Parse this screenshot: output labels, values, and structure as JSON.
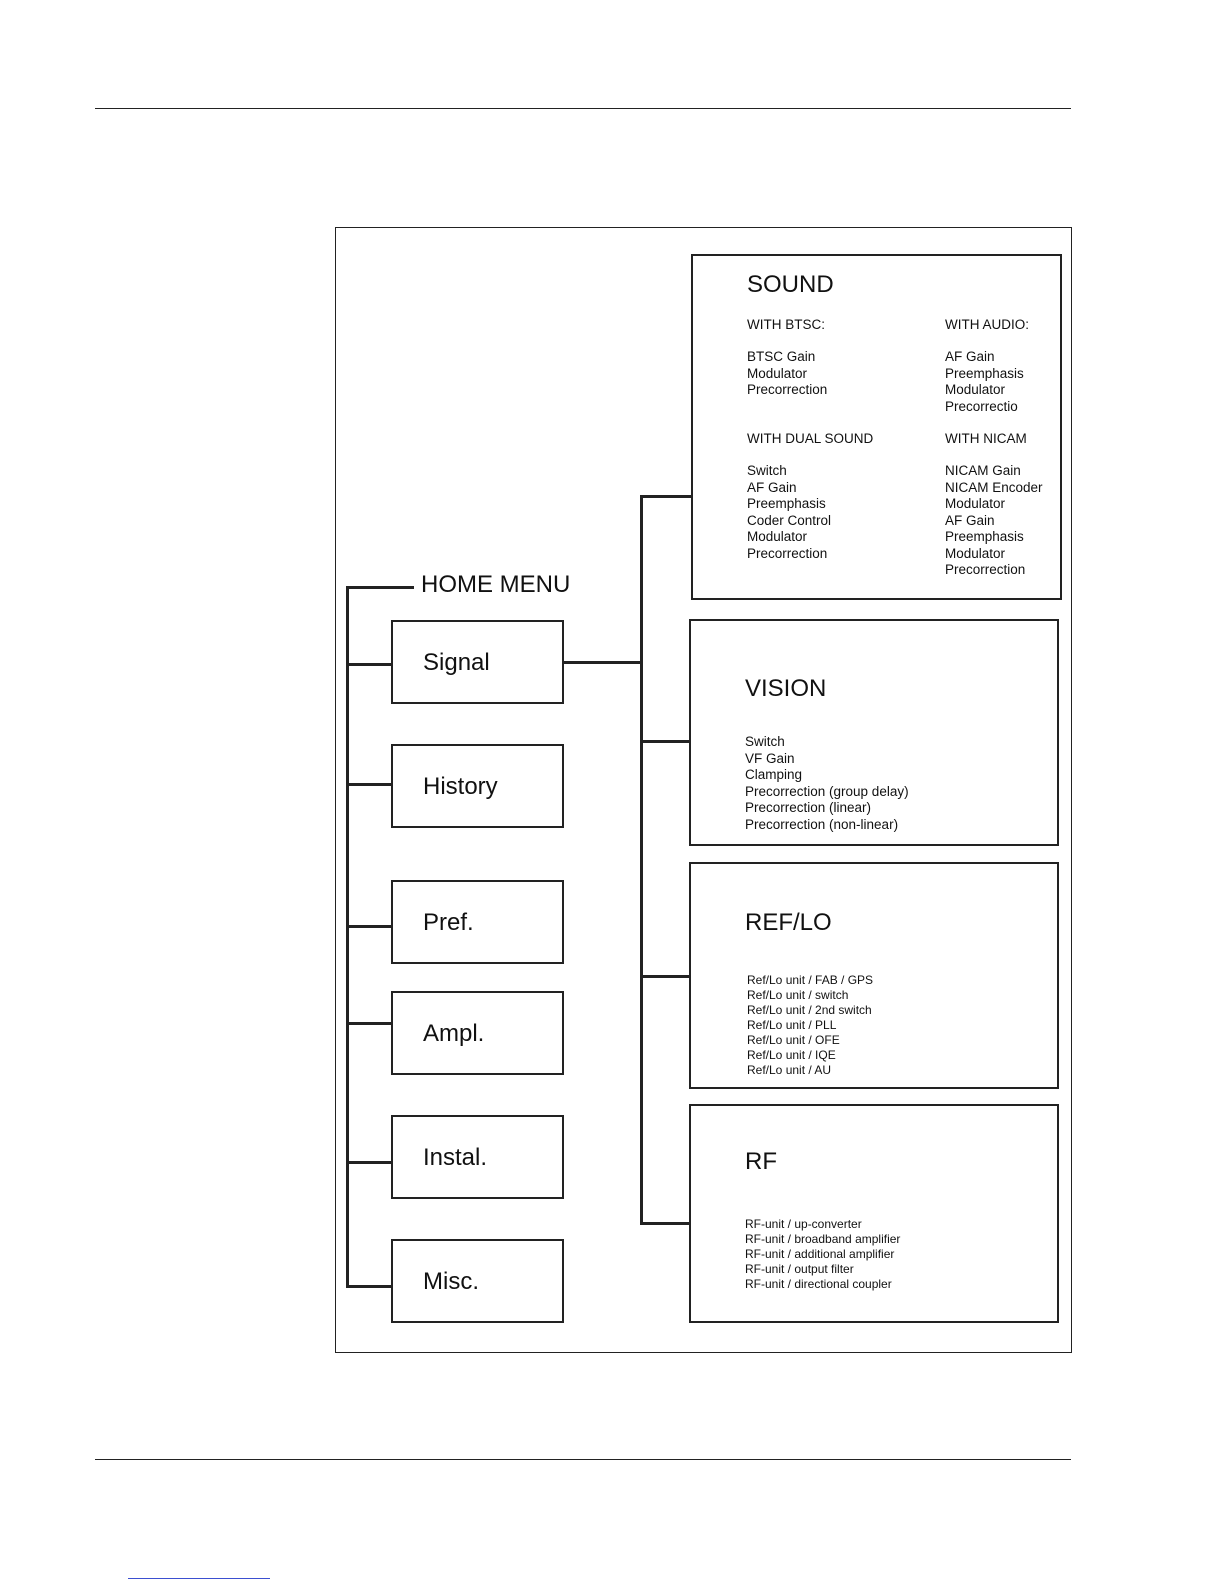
{
  "home": {
    "title": "HOME MENU",
    "items": [
      "Signal",
      "History",
      "Pref.",
      "Ampl.",
      "Instal.",
      "Misc."
    ]
  },
  "sound": {
    "title": "SOUND",
    "btsc": {
      "heading": "WITH BTSC:",
      "items": [
        "BTSC Gain",
        "Modulator",
        "Precorrection"
      ]
    },
    "audio": {
      "heading": "WITH AUDIO:",
      "items": [
        "AF Gain",
        "Preemphasis",
        "Modulator",
        "Precorrectio"
      ]
    },
    "dual": {
      "heading": "WITH DUAL SOUND",
      "items": [
        "Switch",
        "AF Gain",
        "Preemphasis",
        "Coder Control",
        "Modulator",
        "Precorrection"
      ]
    },
    "nicam": {
      "heading": "WITH NICAM",
      "items": [
        "NICAM Gain",
        "NICAM Encoder",
        "Modulator",
        "AF Gain",
        "Preemphasis",
        "Modulator",
        "Precorrection"
      ]
    }
  },
  "vision": {
    "title": "VISION",
    "items": [
      "Switch",
      "VF Gain",
      "Clamping",
      "Precorrection (group delay)",
      "Precorrection (linear)",
      "Precorrection (non-linear)"
    ]
  },
  "reflo": {
    "title": "REF/LO",
    "items": [
      "Ref/Lo unit / FAB / GPS",
      "Ref/Lo unit / switch",
      "Ref/Lo unit / 2nd switch",
      "Ref/Lo unit / PLL",
      "Ref/Lo unit / OFE",
      "Ref/Lo unit / IQE",
      "Ref/Lo unit / AU"
    ]
  },
  "rf": {
    "title": "RF",
    "items": [
      "RF-unit / up-converter",
      "RF-unit / broadband amplifier",
      "RF-unit / additional amplifier",
      "RF-unit / output filter",
      "RF-unit / directional coupler"
    ]
  }
}
